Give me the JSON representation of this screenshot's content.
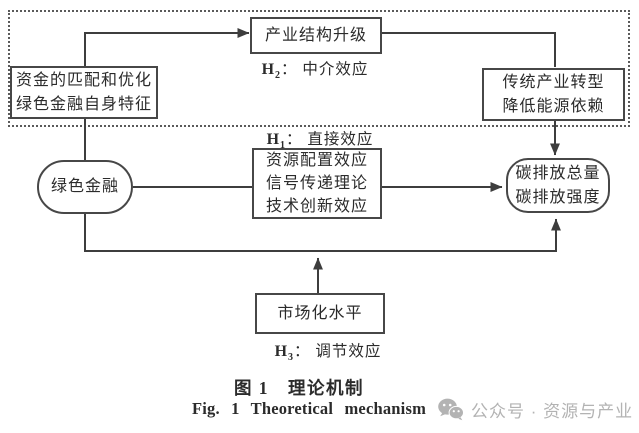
{
  "figure": {
    "caption_cn": "图 1　理论机制",
    "caption_en": "Fig. 1  Theoretical mechanism"
  },
  "nodes": {
    "industrial_upgrade": {
      "lines": [
        "产业结构升级"
      ]
    },
    "capital_matching": {
      "lines": [
        "资金的匹配和优化",
        "绿色金融自身特征"
      ]
    },
    "traditional_transform": {
      "lines": [
        "传统产业转型",
        "降低能源依赖"
      ]
    },
    "green_finance": {
      "lines": [
        "绿色金融"
      ]
    },
    "effects": {
      "lines": [
        "资源配置效应",
        "信号传递理论",
        "技术创新效应"
      ]
    },
    "carbon": {
      "lines": [
        "碳排放总量",
        "碳排放强度"
      ]
    },
    "marketization": {
      "lines": [
        "市场化水平"
      ]
    }
  },
  "hypotheses": {
    "h1": {
      "name": "H",
      "sub": "1",
      "label": "： 直接效应"
    },
    "h2": {
      "name": "H",
      "sub": "2",
      "label": "： 中介效应"
    },
    "h3": {
      "name": "H",
      "sub": "3",
      "label": "： 调节效应"
    }
  },
  "watermark": {
    "icon": "wechat-icon",
    "text": "公众号 · 资源与产业"
  },
  "colors": {
    "line": "#3d3d3d",
    "border": "#474747",
    "text": "#2b2b2b",
    "watermark": "#b3b3b3"
  }
}
